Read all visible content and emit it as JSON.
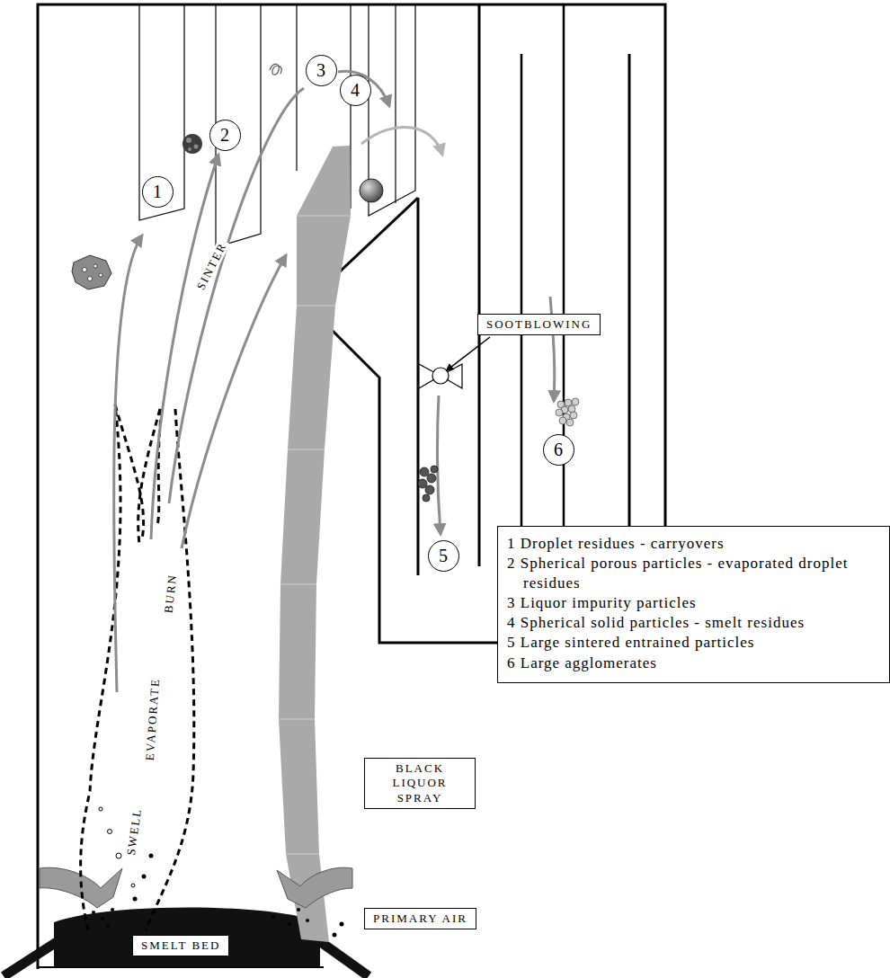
{
  "diagram": {
    "nodes": [
      {
        "text": [
          "1"
        ]
      },
      {
        "text": [
          "2"
        ]
      },
      {
        "text": [
          "3"
        ]
      },
      {
        "text": [
          "4"
        ]
      },
      {
        "text": [
          "SOOTBLOWING"
        ]
      },
      {
        "text": [
          "6"
        ]
      },
      {
        "text": [
          "5"
        ]
      },
      {
        "text": [
          "1 Droplet residues - carryovers",
          "2 Spherical porous particles - evaporated droplet residues",
          "3 Liquor impurity particles",
          "4 Spherical solid particles - smelt residues",
          "5 Large sintered entrained particles",
          "6 Large agglomerates"
        ]
      },
      {
        "text": [
          "BLACK LIQUOR SPRAY"
        ]
      },
      {
        "text": [
          "PRIMARY AIR"
        ]
      },
      {
        "text": [
          "SMELT BED"
        ]
      }
    ],
    "labels": [
      "SWELL",
      "EVAPORATE",
      "BURN",
      "SINTER"
    ]
  }
}
